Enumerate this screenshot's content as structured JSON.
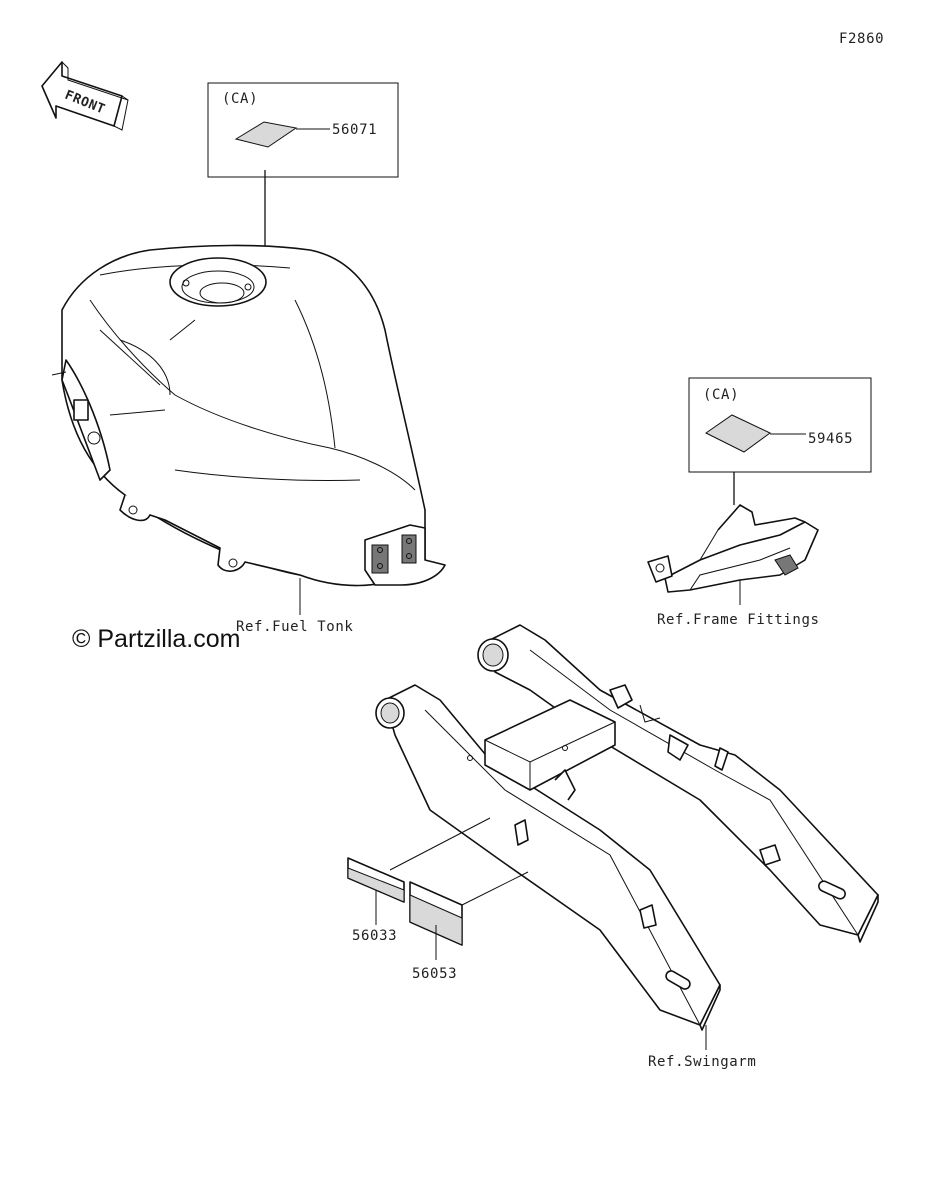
{
  "diagram_id": "F2860",
  "front_label": "FRONT",
  "watermark": "© Partzilla.com",
  "callouts": {
    "box1_tag": "(CA)",
    "part_56071": "56071",
    "box2_tag": "(CA)",
    "part_59465": "59465",
    "part_56033": "56033",
    "part_56053": "56053"
  },
  "references": {
    "fuel_tank": "Ref.Fuel Tonk",
    "frame_fittings": "Ref.Frame Fittings",
    "swingarm": "Ref.Swingarm"
  }
}
